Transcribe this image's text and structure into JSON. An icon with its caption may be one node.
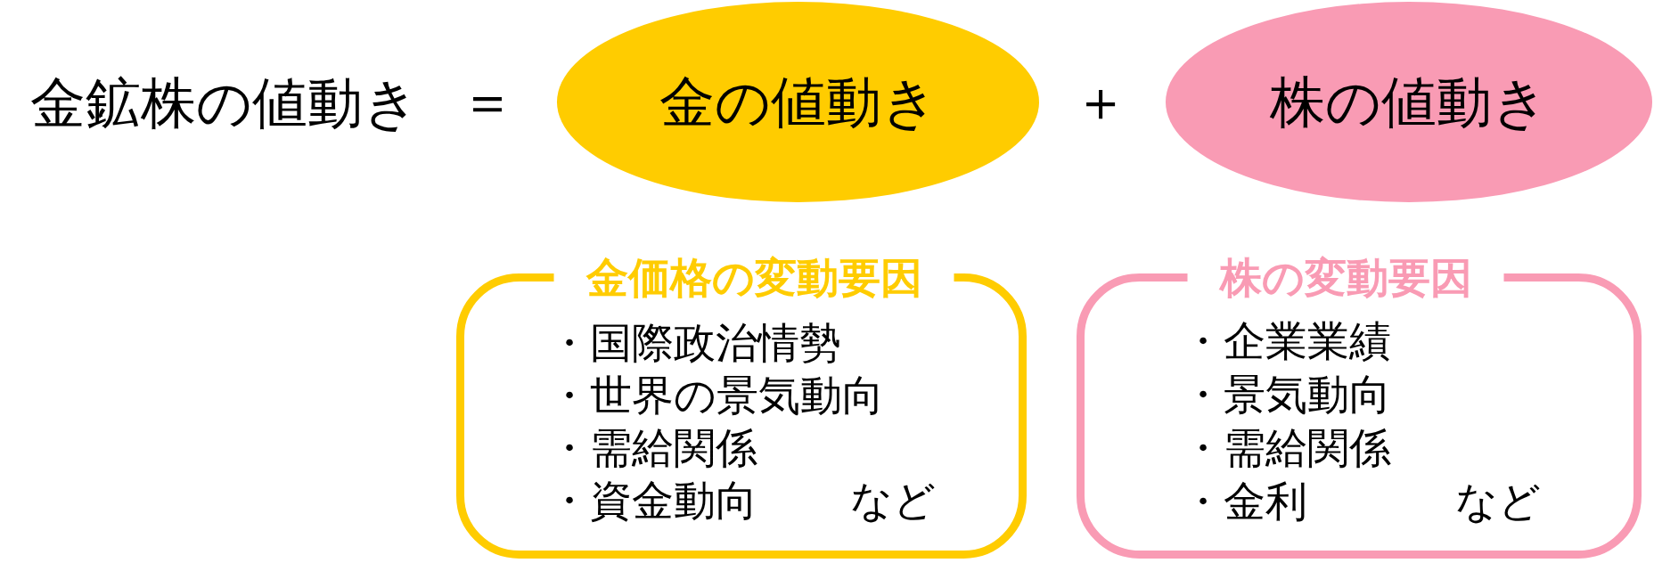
{
  "diagram": {
    "nodes": [
      {
        "text": [
          "金の値動き"
        ]
      },
      {
        "text": [
          "株の値動き"
        ]
      },
      {
        "text": [
          "金価格の変動要因",
          "・国際政治情勢",
          "・世界の景気動向",
          "・需給関係",
          "・資金動向",
          "など"
        ]
      },
      {
        "text": [
          "株の変動要因",
          "・企業業績",
          "・景気動向",
          "・需給関係",
          "・金利",
          "など"
        ]
      }
    ],
    "labels": [
      "金鉱株の値動き",
      "＝",
      "＋"
    ]
  }
}
